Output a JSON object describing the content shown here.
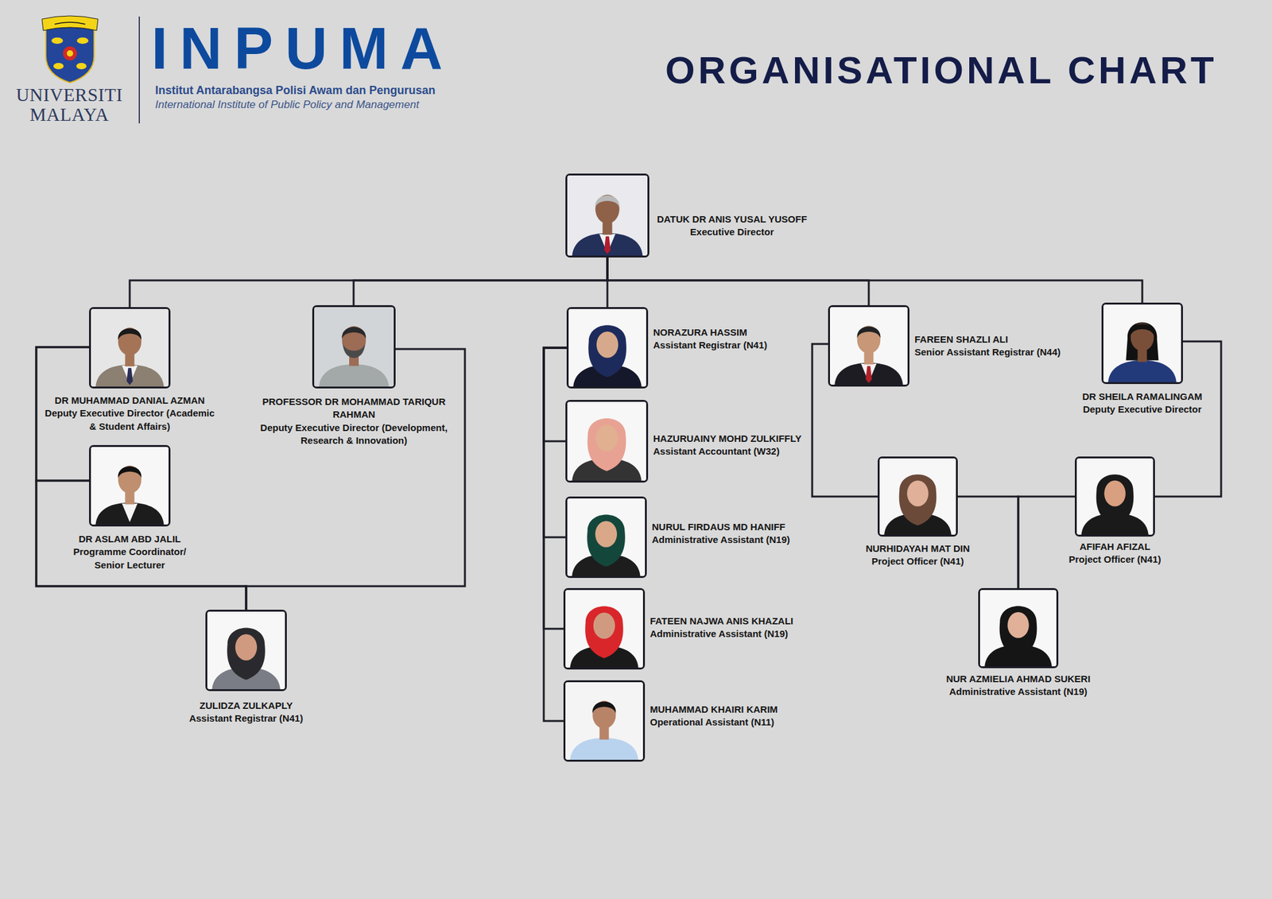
{
  "diagram": {
    "title": "ORGANISATIONAL CHART",
    "nodes": [
      {
        "text": [
          "DATUK DR ANIS YUSAL YUSOFF",
          "Executive Director"
        ]
      },
      {
        "text": [
          "DR MUHAMMAD DANIAL AZMAN",
          "Deputy Executive Director (Academic & Student Affairs)"
        ]
      },
      {
        "text": [
          "PROFESSOR DR MOHAMMAD TARIQUR RAHMAN",
          "Deputy Executive Director (Development, Research & Innovation)"
        ]
      },
      {
        "text": [
          "NORAZURA HASSIM",
          "Assistant Registrar (N41)"
        ]
      },
      {
        "text": [
          "FAREEN SHAZLI ALI",
          "Senior Assistant Registrar (N44)"
        ]
      },
      {
        "text": [
          "DR SHEILA RAMALINGAM",
          "Deputy Executive Director"
        ]
      },
      {
        "text": [
          "DR ASLAM ABD JALIL",
          "Programme Coordinator/ Senior Lecturer"
        ]
      },
      {
        "text": [
          "HAZURUAINY MOHD ZULKIFFLY",
          "Assistant Accountant (W32)"
        ]
      },
      {
        "text": [
          "NURHIDAYAH MAT DIN",
          "Project Officer (N41)"
        ]
      },
      {
        "text": [
          "AFIFAH AFIZAL",
          "Project Officer (N41)"
        ]
      },
      {
        "text": [
          "NURUL FIRDAUS MD HANIFF",
          "Administrative Assistant (N19)"
        ]
      },
      {
        "text": [
          "FATEEN NAJWA ANIS KHAZALI",
          "Administrative Assistant (N19)"
        ]
      },
      {
        "text": [
          "NUR AZMIELIA AHMAD SUKERI",
          "Administrative Assistant (N19)"
        ]
      },
      {
        "text": [
          "ZULIDZA ZULKAPLY",
          "Assistant Registrar (N41)"
        ]
      },
      {
        "text": [
          "MUHAMMAD KHAIRI KARIM",
          "Operational Assistant (N11)"
        ]
      }
    ],
    "edges": [
      {
        "from": 0,
        "to": 1,
        "arrow": "none"
      },
      {
        "from": 0,
        "to": 2,
        "arrow": "none"
      },
      {
        "from": 0,
        "to": 3,
        "arrow": "none"
      },
      {
        "from": 0,
        "to": 4,
        "arrow": "none"
      },
      {
        "from": 0,
        "to": 5,
        "arrow": "none"
      },
      {
        "from": 1,
        "to": 6,
        "arrow": "none"
      },
      {
        "from": 1,
        "to": 13,
        "arrow": "none"
      },
      {
        "from": 6,
        "to": 13,
        "arrow": "none"
      },
      {
        "from": 2,
        "to": 13,
        "arrow": "none"
      },
      {
        "from": 3,
        "to": 7,
        "arrow": "none"
      },
      {
        "from": 3,
        "to": 10,
        "arrow": "none"
      },
      {
        "from": 3,
        "to": 11,
        "arrow": "none"
      },
      {
        "from": 3,
        "to": 14,
        "arrow": "none"
      },
      {
        "from": 4,
        "to": 8,
        "arrow": "none"
      },
      {
        "from": 5,
        "to": 9,
        "arrow": "none"
      },
      {
        "from": 8,
        "to": 12,
        "arrow": "none"
      },
      {
        "from": 9,
        "to": 12,
        "arrow": "none"
      }
    ],
    "labels": [
      "UNIVERSITI MALAYA",
      "INPUMA",
      "Institut Antarabangsa Polisi Awam dan Pengurusan",
      "International Institute of Public Policy and Management"
    ]
  }
}
